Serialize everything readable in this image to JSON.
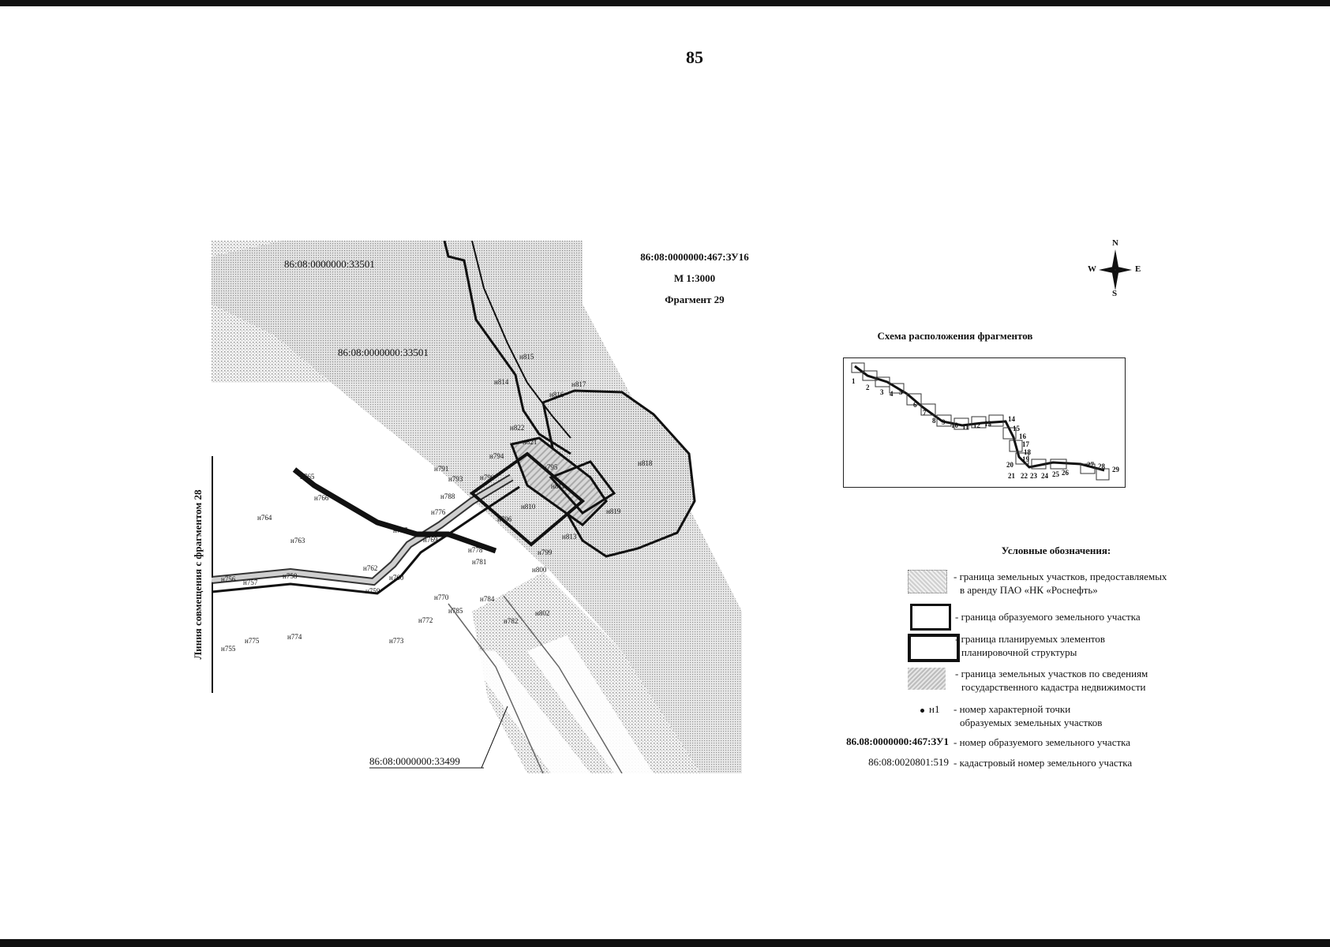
{
  "page": {
    "number": "85"
  },
  "map": {
    "parcel_id": "86:08:0000000:467:ЗУ16",
    "scale": "М 1:3000",
    "fragment": "Фрагмент 29",
    "side_label": "Линия совмещения с фрагментом 28",
    "cadastre_labels": [
      "86:08:0000000:33501",
      "86:08:0000000:33501",
      "86:08:0000000:33499"
    ],
    "points": [
      "н755",
      "н756",
      "н757",
      "н758",
      "н759",
      "н760",
      "н762",
      "н763",
      "н764",
      "н765",
      "н766",
      "н767",
      "н769",
      "н770",
      "н772",
      "н773",
      "н774",
      "н775",
      "н776",
      "н778",
      "н781",
      "н782",
      "н784",
      "н785",
      "н788",
      "н790",
      "н791",
      "н793",
      "н794",
      "н795",
      "н796",
      "н799",
      "н800",
      "н802",
      "н810",
      "н811",
      "н813",
      "н814",
      "н815",
      "н816",
      "н817",
      "н818",
      "н819",
      "н821",
      "н822"
    ]
  },
  "compass": {
    "n": "N",
    "s": "S",
    "w": "W",
    "e": "E"
  },
  "scheme": {
    "title": "Схема расположения фрагментов",
    "fragments": [
      "1",
      "2",
      "3",
      "4",
      "5",
      "6",
      "7",
      "8",
      "9",
      "10",
      "11",
      "12",
      "13",
      "14",
      "15",
      "16",
      "17",
      "18",
      "19",
      "20",
      "21",
      "22",
      "23",
      "24",
      "25",
      "26",
      "27",
      "28",
      "29"
    ]
  },
  "legend": {
    "title": "Условные обозначения:",
    "items": [
      {
        "text1": "- граница земельных участков, предоставляемых",
        "text2": "в аренду ПАО «НК «Роснефть»"
      },
      {
        "text1": "- граница образуемого земельного участка",
        "text2": ""
      },
      {
        "text1": "- граница планируемых элементов",
        "text2": "планировочной структуры"
      },
      {
        "text1": "- граница земельных участков по сведениям",
        "text2": "государственного кадастра недвижимости"
      },
      {
        "text1": "- номер характерной точки",
        "text2": "образуемых земельных участков"
      },
      {
        "text1": "- номер образуемого земельного участка",
        "text2": ""
      },
      {
        "text1": "- кадастровый номер земельного участка",
        "text2": ""
      }
    ],
    "point_sample": "н1",
    "parcel_number_sample": "86.08:0000000:467:ЗУ1",
    "cadastral_number_sample": "86:08:0020801:519"
  }
}
